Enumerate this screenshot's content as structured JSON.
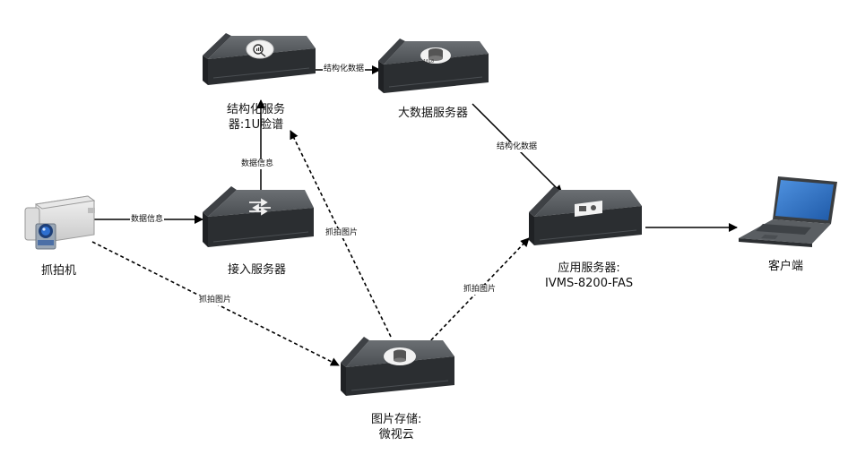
{
  "nodes": {
    "camera": {
      "label": "抓拍机"
    },
    "structured": {
      "label_line1": "结构化服务",
      "label_line2": "器:1U脸谱"
    },
    "bigdata": {
      "label": "大数据服务器"
    },
    "access": {
      "label": "接入服务器"
    },
    "app": {
      "label_line1": "应用服务器:",
      "label_line2": "IVMS-8200-FAS"
    },
    "client": {
      "label": "客户端"
    },
    "storage": {
      "label_line1": "图片存储:",
      "label_line2": "微视云"
    }
  },
  "edges": {
    "camera_to_access": {
      "label": "数据信息",
      "style": "solid"
    },
    "access_to_structured": {
      "label": "数据信息",
      "style": "solid"
    },
    "structured_to_bigdata": {
      "label": "结构化数据",
      "style": "solid"
    },
    "bigdata_to_app": {
      "label": "结构化数据",
      "style": "solid"
    },
    "app_to_client": {
      "label": "",
      "style": "solid"
    },
    "camera_to_storage": {
      "label": "抓拍图片",
      "style": "dashed"
    },
    "storage_to_structured": {
      "label": "抓拍图片",
      "style": "dashed"
    },
    "storage_to_app": {
      "label": "抓拍图片",
      "style": "dashed"
    }
  },
  "colors": {
    "server_top": "#5d6165",
    "server_front": "#2b2e31",
    "edge": "#000000",
    "laptop_screen": "#2f73c8",
    "camera_lens": "#2e6fd0"
  }
}
